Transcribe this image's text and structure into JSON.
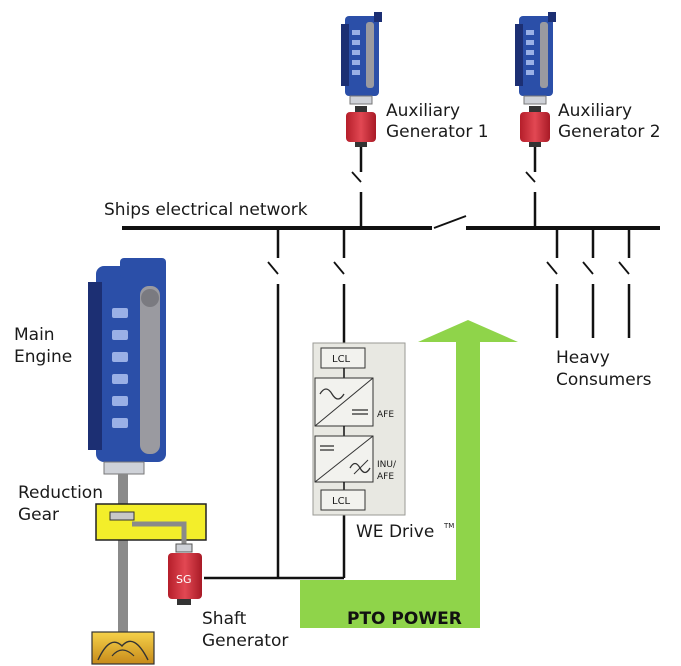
{
  "labels": {
    "aux_gen_1_line1": "Auxiliary",
    "aux_gen_1_line2": "Generator 1",
    "aux_gen_2_line1": "Auxiliary",
    "aux_gen_2_line2": "Generator 2",
    "network": "Ships electrical network",
    "main_engine_line1": "Main",
    "main_engine_line2": "Engine",
    "reduction_gear_line1": "Reduction",
    "reduction_gear_line2": "Gear",
    "shaft_gen_line1": "Shaft",
    "shaft_gen_line2": "Generator",
    "heavy_line1": "Heavy",
    "heavy_line2": "Consumers",
    "drive_name": "WE Drive",
    "drive_tm": "TM",
    "lcl_top": "LCL",
    "lcl_bottom": "LCL",
    "afe": "AFE",
    "inu_line1": "INU/",
    "inu_line2": "AFE",
    "sg": "SG",
    "pto": "PTO POWER"
  },
  "colors": {
    "engine_blue": "#2b4fa8",
    "engine_dark": "#1c2f73",
    "generator_red": "#d2303a",
    "gear_yellow": "#f3ee2a",
    "arrow_green": "#8fd44a",
    "drive_bg": "#e8e8e2",
    "shaft_gray": "#8a8a8a"
  }
}
